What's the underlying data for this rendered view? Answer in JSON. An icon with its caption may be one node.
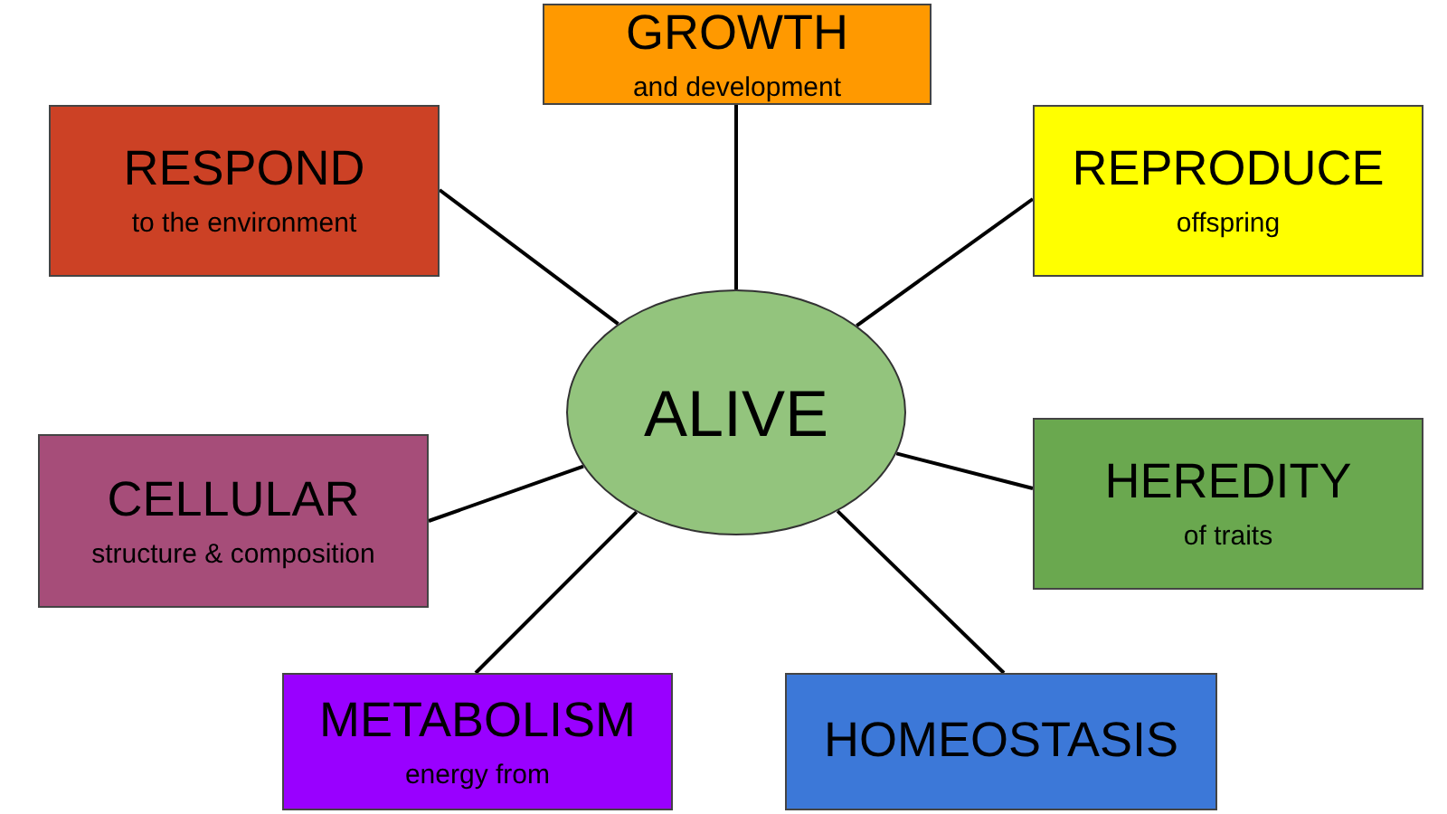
{
  "diagram": {
    "nodes": [
      {
        "text": [
          "GROWTH",
          "and development"
        ]
      },
      {
        "text": [
          "RESPOND",
          "to the environment"
        ]
      },
      {
        "text": [
          "REPRODUCE",
          "offspring"
        ]
      },
      {
        "text": [
          "ALIVE"
        ]
      },
      {
        "text": [
          "CELLULAR",
          "structure & composition"
        ]
      },
      {
        "text": [
          "HEREDITY",
          "of traits"
        ]
      },
      {
        "text": [
          "METABOLISM",
          "energy from"
        ]
      },
      {
        "text": [
          "HOMEOSTASIS"
        ]
      }
    ],
    "edges": [
      {
        "from": 3,
        "to": 0,
        "arrow": "none"
      },
      {
        "from": 3,
        "to": 1,
        "arrow": "none"
      },
      {
        "from": 3,
        "to": 2,
        "arrow": "none"
      },
      {
        "from": 3,
        "to": 4,
        "arrow": "none"
      },
      {
        "from": 3,
        "to": 5,
        "arrow": "none"
      },
      {
        "from": 3,
        "to": 6,
        "arrow": "none"
      },
      {
        "from": 3,
        "to": 7,
        "arrow": "none"
      }
    ]
  }
}
